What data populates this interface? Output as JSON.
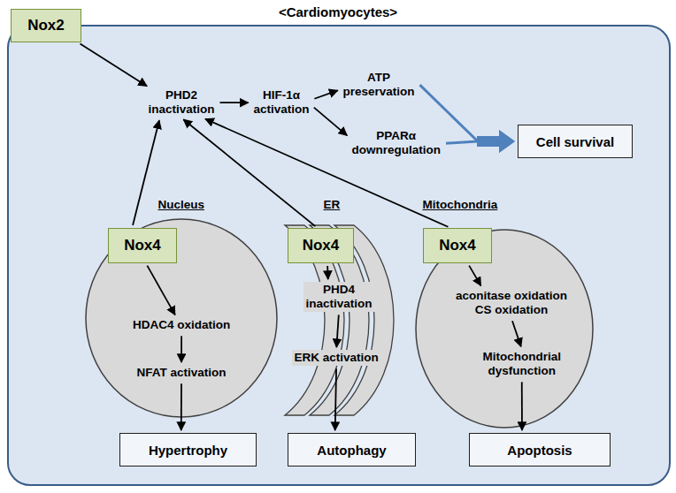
{
  "diagram": {
    "nodes": [
      {
        "text": [
          "<Cardiomyocytes>"
        ]
      },
      {
        "text": [
          "Nox2"
        ],
        "in": 0
      },
      {
        "text": [
          "PHD2 inactivation"
        ],
        "in": 0
      },
      {
        "text": [
          "HIF-1α activation"
        ],
        "in": 0
      },
      {
        "text": [
          "ATP preservation"
        ],
        "in": 0
      },
      {
        "text": [
          "PPARα downregulation"
        ],
        "in": 0
      },
      {
        "text": [
          "Cell survival"
        ],
        "in": 0
      },
      {
        "text": [
          "Nucleus"
        ],
        "in": 0
      },
      {
        "text": [
          "Nox4"
        ],
        "in": 7
      },
      {
        "text": [
          "HDAC4 oxidation"
        ],
        "in": 7
      },
      {
        "text": [
          "NFAT activation"
        ],
        "in": 7
      },
      {
        "text": [
          "Hypertrophy"
        ],
        "in": 0
      },
      {
        "text": [
          "ER"
        ],
        "in": 0
      },
      {
        "text": [
          "Nox4"
        ],
        "in": 12
      },
      {
        "text": [
          "PHD4 inactivation"
        ],
        "in": 12
      },
      {
        "text": [
          "ERK activation"
        ],
        "in": 12
      },
      {
        "text": [
          "Autophagy"
        ],
        "in": 0
      },
      {
        "text": [
          "Mitochondria"
        ],
        "in": 0
      },
      {
        "text": [
          "Nox4"
        ],
        "in": 17
      },
      {
        "text": [
          "aconitase oxidation",
          "CS oxidation"
        ],
        "in": 17
      },
      {
        "text": [
          "Mitochondrial dysfunction"
        ],
        "in": 17
      },
      {
        "text": [
          "Apoptosis"
        ],
        "in": 0
      }
    ],
    "edges": [
      {
        "from": 1,
        "to": 2,
        "arrow": "to"
      },
      {
        "from": 2,
        "to": 3,
        "arrow": "to"
      },
      {
        "from": 3,
        "to": 4,
        "arrow": "to"
      },
      {
        "from": 3,
        "to": 5,
        "arrow": "to"
      },
      {
        "from": 4,
        "to": 6,
        "arrow": "to"
      },
      {
        "from": 5,
        "to": 6,
        "arrow": "to"
      },
      {
        "from": 8,
        "to": 2,
        "arrow": "to"
      },
      {
        "from": 8,
        "to": 9,
        "arrow": "to"
      },
      {
        "from": 9,
        "to": 10,
        "arrow": "to"
      },
      {
        "from": 10,
        "to": 11,
        "arrow": "to"
      },
      {
        "from": 13,
        "to": 2,
        "arrow": "to"
      },
      {
        "from": 13,
        "to": 14,
        "arrow": "to"
      },
      {
        "from": 14,
        "to": 15,
        "arrow": "to"
      },
      {
        "from": 15,
        "to": 16,
        "arrow": "to"
      },
      {
        "from": 18,
        "to": 2,
        "arrow": "to"
      },
      {
        "from": 18,
        "to": 19,
        "arrow": "to"
      },
      {
        "from": 19,
        "to": 20,
        "arrow": "to"
      },
      {
        "from": 20,
        "to": 21,
        "arrow": "to"
      }
    ]
  }
}
